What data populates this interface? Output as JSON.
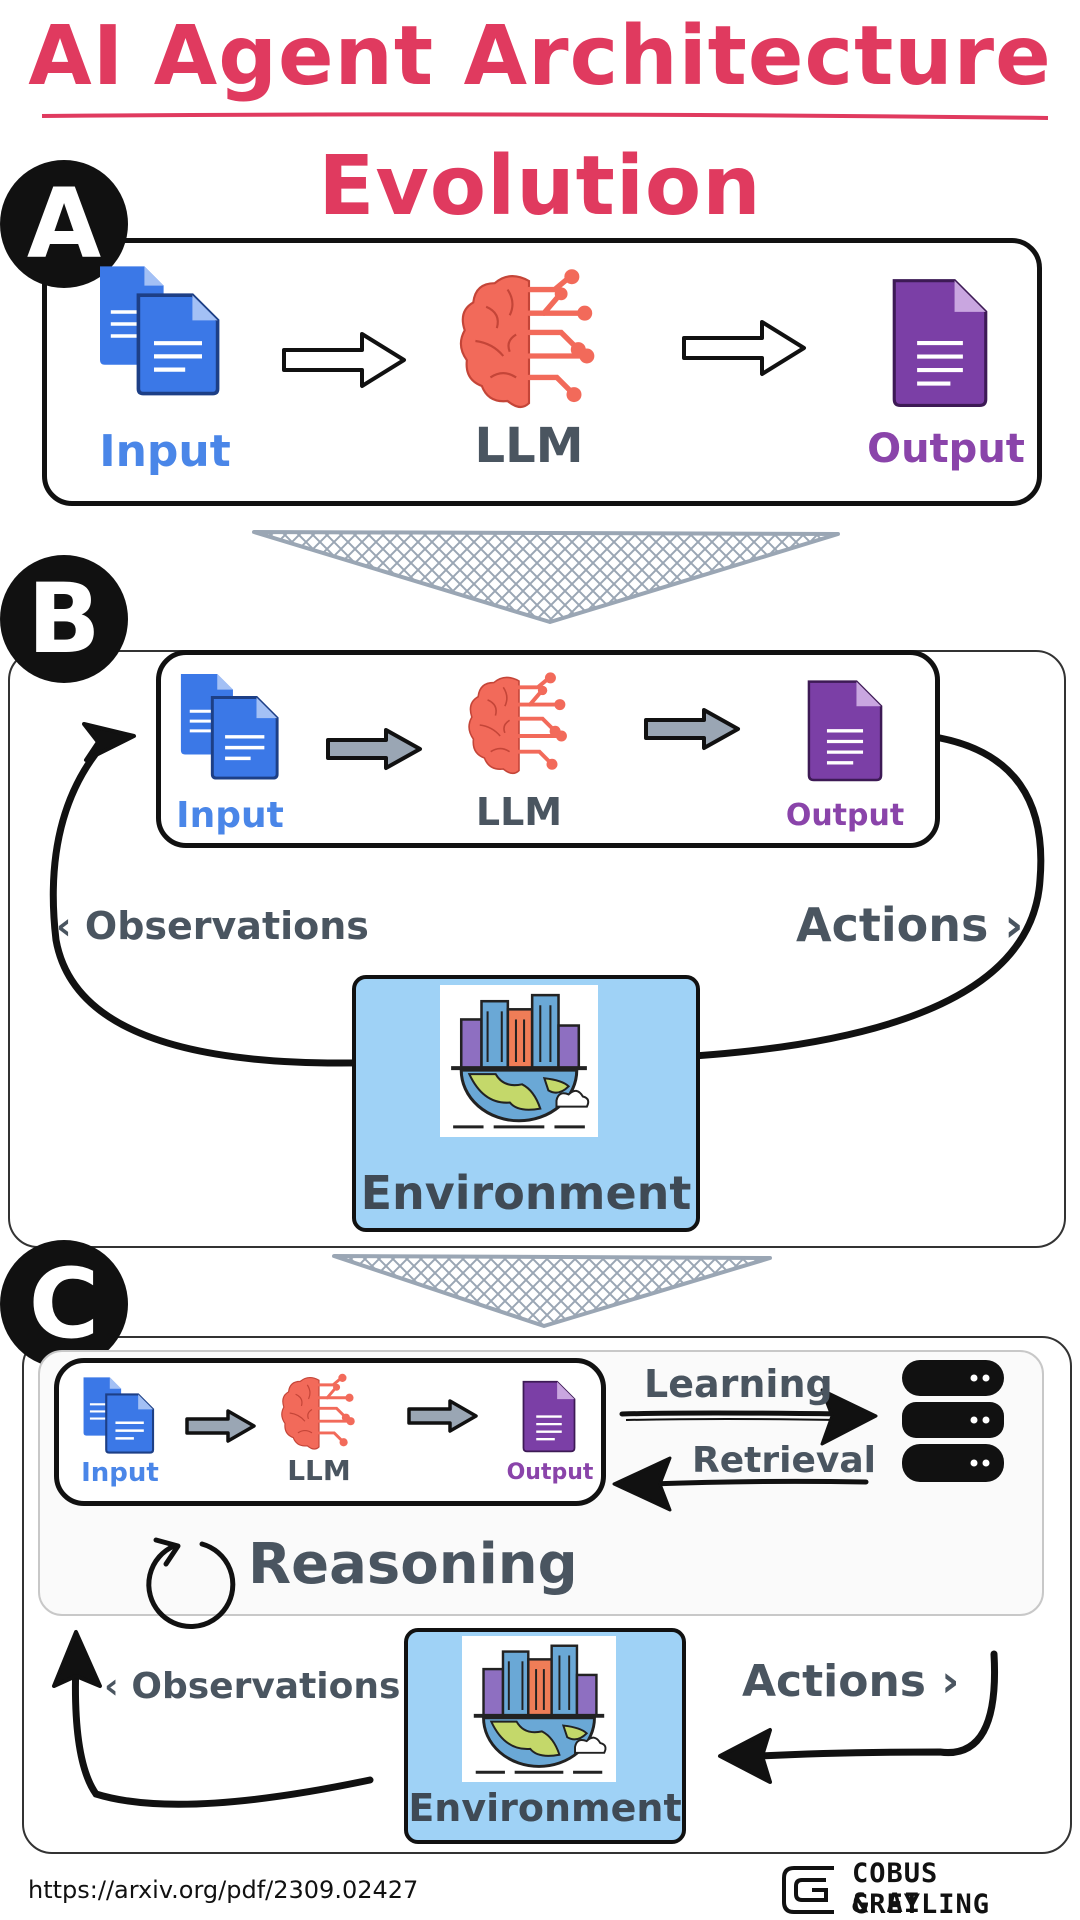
{
  "title": {
    "line1": "AI Agent Architecture",
    "line2": "Evolution"
  },
  "panels": {
    "a": {
      "badge": "A",
      "labels": {
        "input": "Input",
        "llm": "LLM",
        "output": "Output"
      }
    },
    "b": {
      "badge": "B",
      "labels": {
        "input": "Input",
        "llm": "LLM",
        "output": "Output"
      },
      "observations": "‹ Observations",
      "actions": "Actions ›",
      "environment": "Environment"
    },
    "c": {
      "badge": "C",
      "labels": {
        "input": "Input",
        "llm": "LLM",
        "output": "Output"
      },
      "learning": "Learning",
      "retrieval": "Retrieval",
      "reasoning": "Reasoning",
      "observations": "‹ Observations",
      "actions": "Actions ›",
      "environment": "Environment"
    }
  },
  "footer": {
    "url": "https://arxiv.org/pdf/2309.02427",
    "brand_line1": "COBUS GREYLING",
    "brand_line2": "& AI"
  },
  "colors": {
    "title": "#e03a5f",
    "input": "#4a86e8",
    "output": "#8a44aa",
    "brain": "#f26a5a",
    "environment_bg": "#9fd2f6",
    "text_dark": "#4a5560"
  },
  "icons": [
    "documents-icon",
    "brain-circuit-icon",
    "purple-document-icon",
    "city-globe-icon",
    "database-icon",
    "refresh-cycle-icon",
    "hatched-down-arrow-icon",
    "brand-logo-icon"
  ]
}
